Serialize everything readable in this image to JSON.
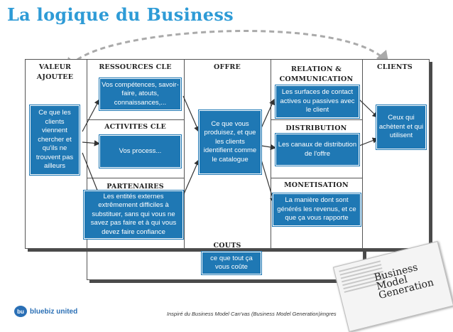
{
  "title": "La logique du Business",
  "colors": {
    "title": "#2e9bd6",
    "box": "#1f78b4",
    "border": "#555555"
  },
  "sections": {
    "valeur": "VALEUR\nAJOUTEE",
    "ressources": "RESSOURCES CLE",
    "activites": "ACTIVITES CLE",
    "partenaires": "PARTENAIRES",
    "offre": "OFFRE",
    "relation": "RELATION &\nCOMMUNICATION",
    "distribution": "DISTRIBUTION",
    "monetisation": "MONETISATION",
    "clients": "CLIENTS",
    "couts": "COUTS"
  },
  "boxes": {
    "valeur": "Ce que les clients viennent chercher et qu'ils ne trouvent pas ailleurs",
    "ressources": "Vos compétences, savoir-faire, atouts, connaissances,...",
    "activites": "Vos process...",
    "partenaires": "Les entités externes extrêmement difficiles à substituer, sans qui vous ne savez pas faire et à qui vous devez faire confiance",
    "offre": "Ce que vous produisez, et que les clients identifient comme le catalogue",
    "relation": "Les surfaces de contact actives ou passives avec le client",
    "distribution": "Les canaux de distribution de l'offre",
    "monetisation": "La manière dont sont générés les revenus, et ce que ça vous rapporte",
    "clients": "Ceux qui achètent et qui utilisent",
    "couts": "ce que tout ça vous coûte"
  },
  "footer": "Inspiré du Business Model Can'vas (Business Model Generation)imgres",
  "logo": {
    "mark": "bu",
    "text": "bluebiz united"
  },
  "book": {
    "title": "Business\nModel\nGeneration"
  }
}
